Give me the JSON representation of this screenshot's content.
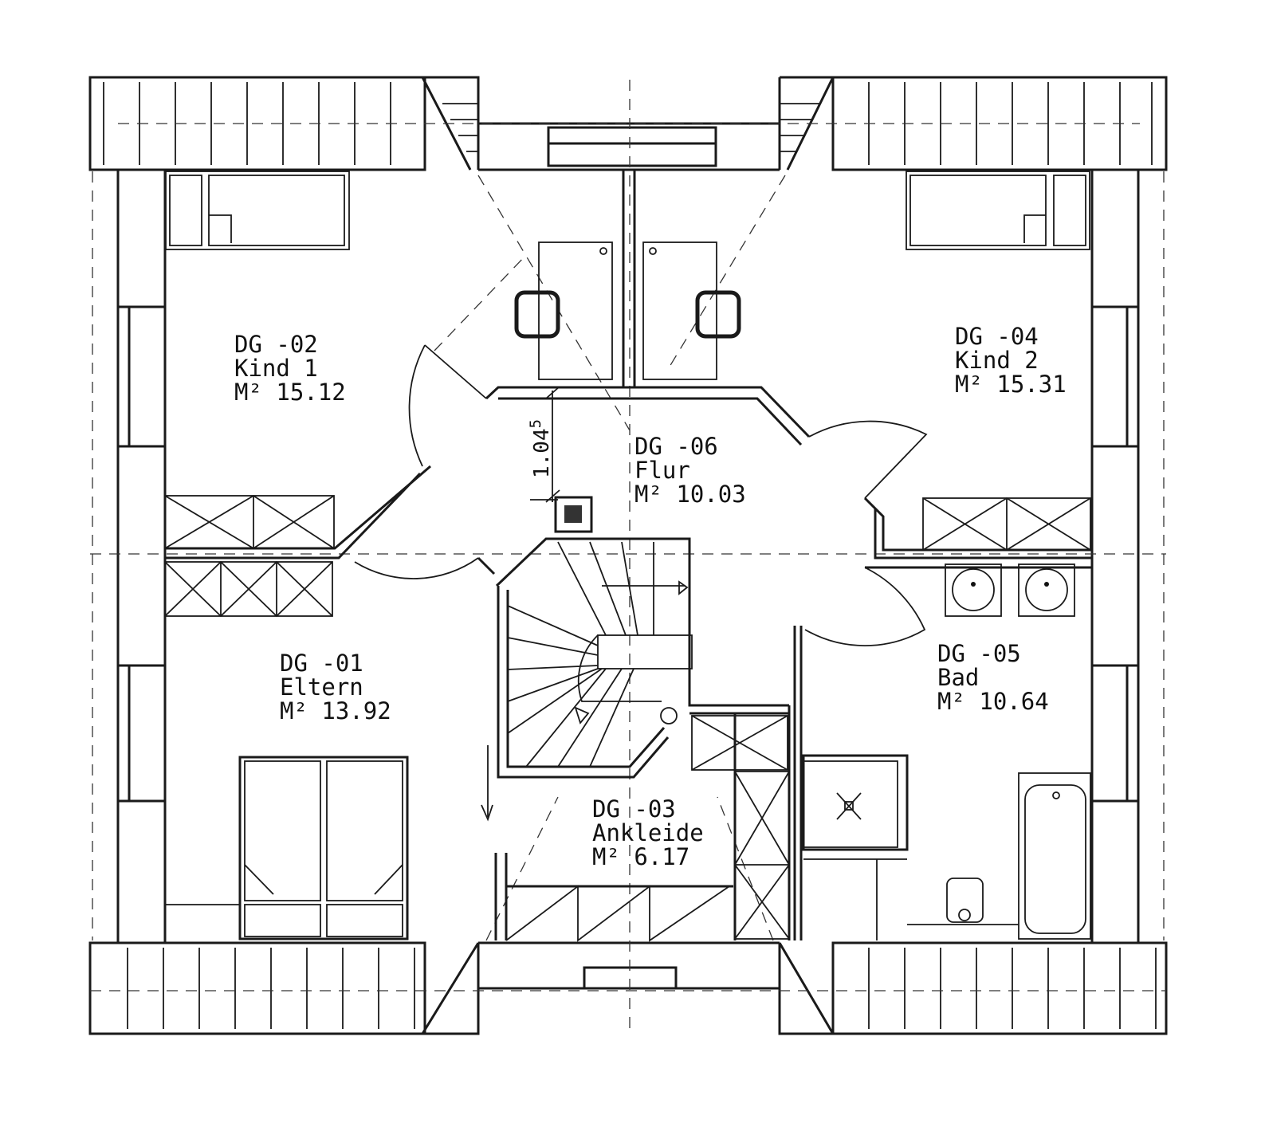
{
  "plan": {
    "rooms": [
      {
        "id": "DG -01",
        "name": "Eltern",
        "area": "M² 13.92"
      },
      {
        "id": "DG -02",
        "name": "Kind 1",
        "area": "M² 15.12"
      },
      {
        "id": "DG -03",
        "name": "Ankleide",
        "area": "M² 6.17"
      },
      {
        "id": "DG -04",
        "name": "Kind 2",
        "area": "M² 15.31"
      },
      {
        "id": "DG -05",
        "name": "Bad",
        "area": "M² 10.64"
      },
      {
        "id": "DG -06",
        "name": "Flur",
        "area": "M² 10.03"
      }
    ],
    "dimension": "1.04",
    "dimension_sup": "5"
  }
}
